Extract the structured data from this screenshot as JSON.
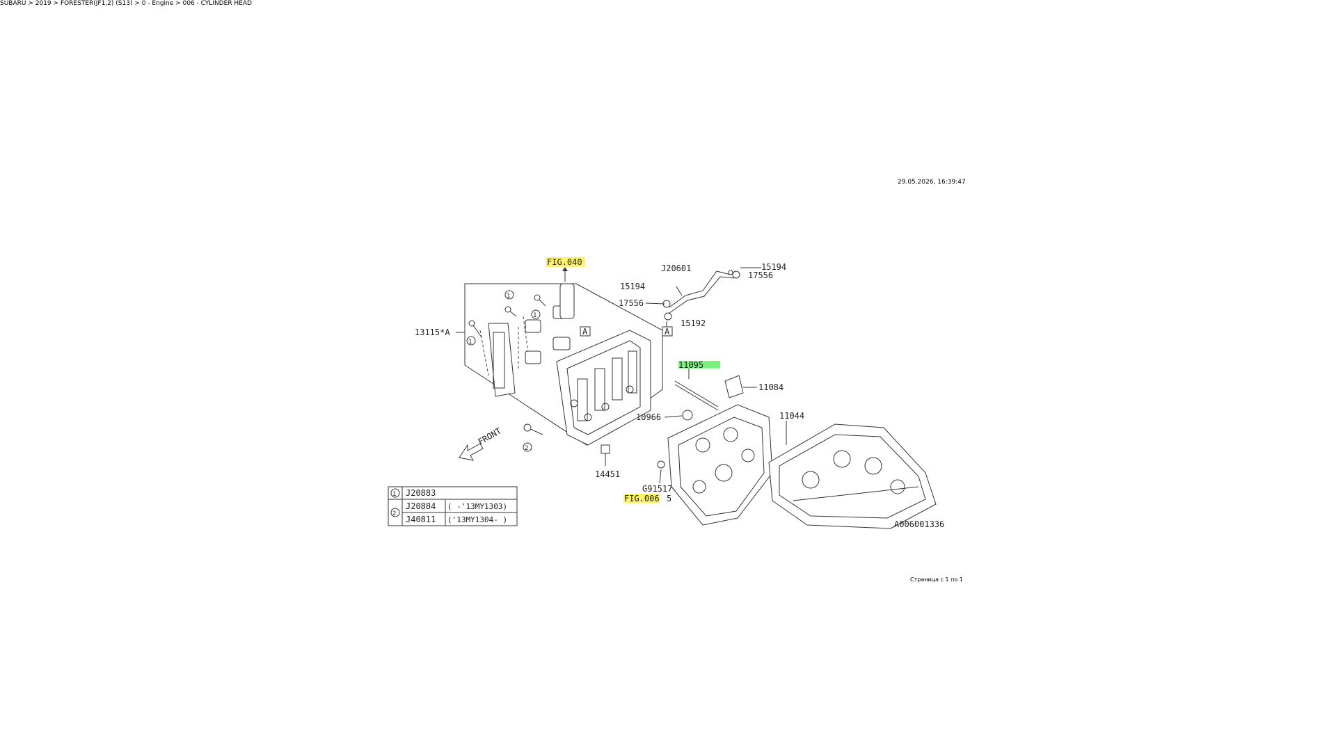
{
  "header": {
    "breadcrumb": "SUBARU > 2019 > FORESTER(JF1,2) (S13) > 0 - Engine > 006 - CYLINDER HEAD",
    "timestamp": "29.05.2026, 16:39:47"
  },
  "footer": {
    "page_label": "Страница с 1 по 1"
  },
  "diagram": {
    "figure_id": "A006001336",
    "front_label": "FRONT",
    "ref_fig040": "FIG.040",
    "ref_fig006": "FIG.006",
    "labels": {
      "p13115": "13115*A",
      "p15194a": "15194",
      "p17556a": "17556",
      "p15192": "15192",
      "pJ20601": "J20601",
      "p15194b": "15194",
      "p17556b": "17556",
      "p11095": "11095",
      "p11084": "11084",
      "p10966": "10966",
      "p11044": "11044",
      "p14451": "14451",
      "pG91517": "G91517",
      "p5": "5",
      "markA1": "A",
      "markA2": "A",
      "c1a": "1",
      "c1b": "1",
      "c1c": "1",
      "c2": "2"
    },
    "legend": {
      "row1": {
        "circle": "1",
        "part": "J20883",
        "note": ""
      },
      "row2": {
        "circle": "2",
        "part": "J20884",
        "note": "( -'13MY1303)"
      },
      "row3": {
        "part": "J40811",
        "note": "('13MY1304- )"
      }
    }
  },
  "colors": {
    "highlight_ref": "#fff36a",
    "highlight_selected": "#7cf07c"
  }
}
